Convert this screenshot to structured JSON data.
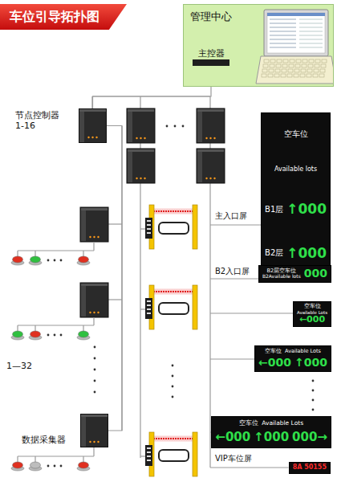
{
  "diagram": {
    "title": "车位引导拓扑图",
    "nodes": [
      {
        "text": [
          "管理中心"
        ]
      },
      {
        "text": [
          "主控器"
        ],
        "in": 0
      },
      {
        "text": [
          "节点控制器 1-16"
        ]
      },
      {
        "text": [
          "数据采集器"
        ]
      },
      {
        "text": [
          "空车位",
          "Available lots",
          "B1层",
          "↑000",
          "B2层",
          "↑000"
        ]
      },
      {
        "text": [
          "B2层空车位",
          "B2Available lots",
          "000"
        ]
      },
      {
        "text": [
          "空车位",
          "Available Lots",
          "←000"
        ]
      },
      {
        "text": [
          "空车位",
          "Available Lots",
          "←000",
          "↑000"
        ]
      },
      {
        "text": [
          "空车位",
          "Available Lots",
          "←000",
          "↑000",
          "000→"
        ]
      },
      {
        "text": [
          "8A 50155"
        ]
      }
    ],
    "edges": [
      {
        "from": 1,
        "to": 2,
        "arrow": "none"
      },
      {
        "from": 2,
        "to": 3,
        "arrow": "none"
      }
    ],
    "labels": [
      "主入口屏",
      "B2入口屏",
      "VIP车位屏",
      "1—32"
    ]
  }
}
